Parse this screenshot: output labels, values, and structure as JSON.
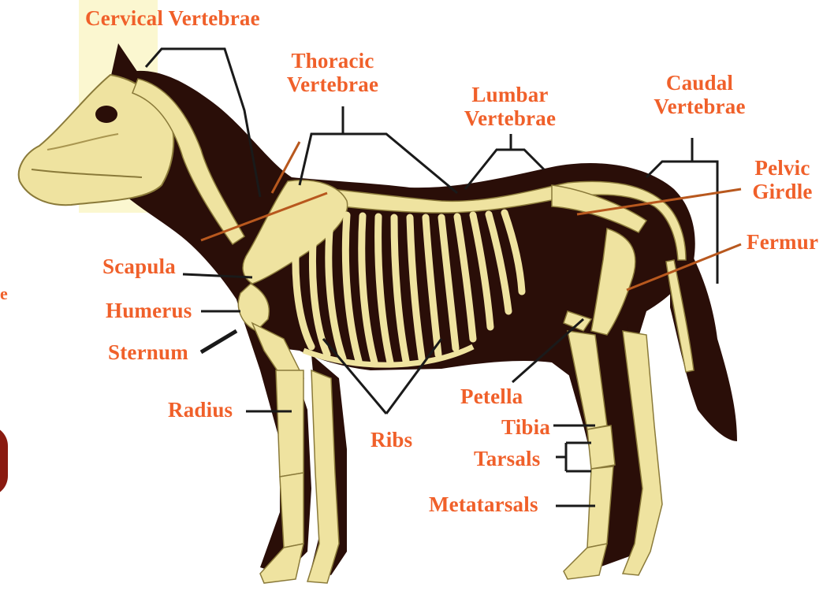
{
  "colors": {
    "label": "#f0602a",
    "coat": "#2a0e08",
    "bone": "#efe3a0",
    "bone_shadow": "#c8b25a",
    "leader": "#1a1a1a",
    "leader_red": "#b8581e"
  },
  "labels": {
    "cervical": "Cervical Vertebrae",
    "thoracic_1": "Thoracic",
    "thoracic_2": "Vertebrae",
    "lumbar_1": "Lumbar",
    "lumbar_2": "Vertebrae",
    "caudal_1": "Caudal",
    "caudal_2": "Vertebrae",
    "pelvic_1": "Pelvic",
    "pelvic_2": "Girdle",
    "femur": "Fermur",
    "scapula": "Scapula",
    "humerus": "Humerus",
    "sternum": "Sternum",
    "radius": "Radius",
    "ribs": "Ribs",
    "patella": "Petella",
    "tibia": "Tibia",
    "tarsals": "Tarsals",
    "metatarsals": "Metatarsals",
    "edge_fragment": "e"
  }
}
